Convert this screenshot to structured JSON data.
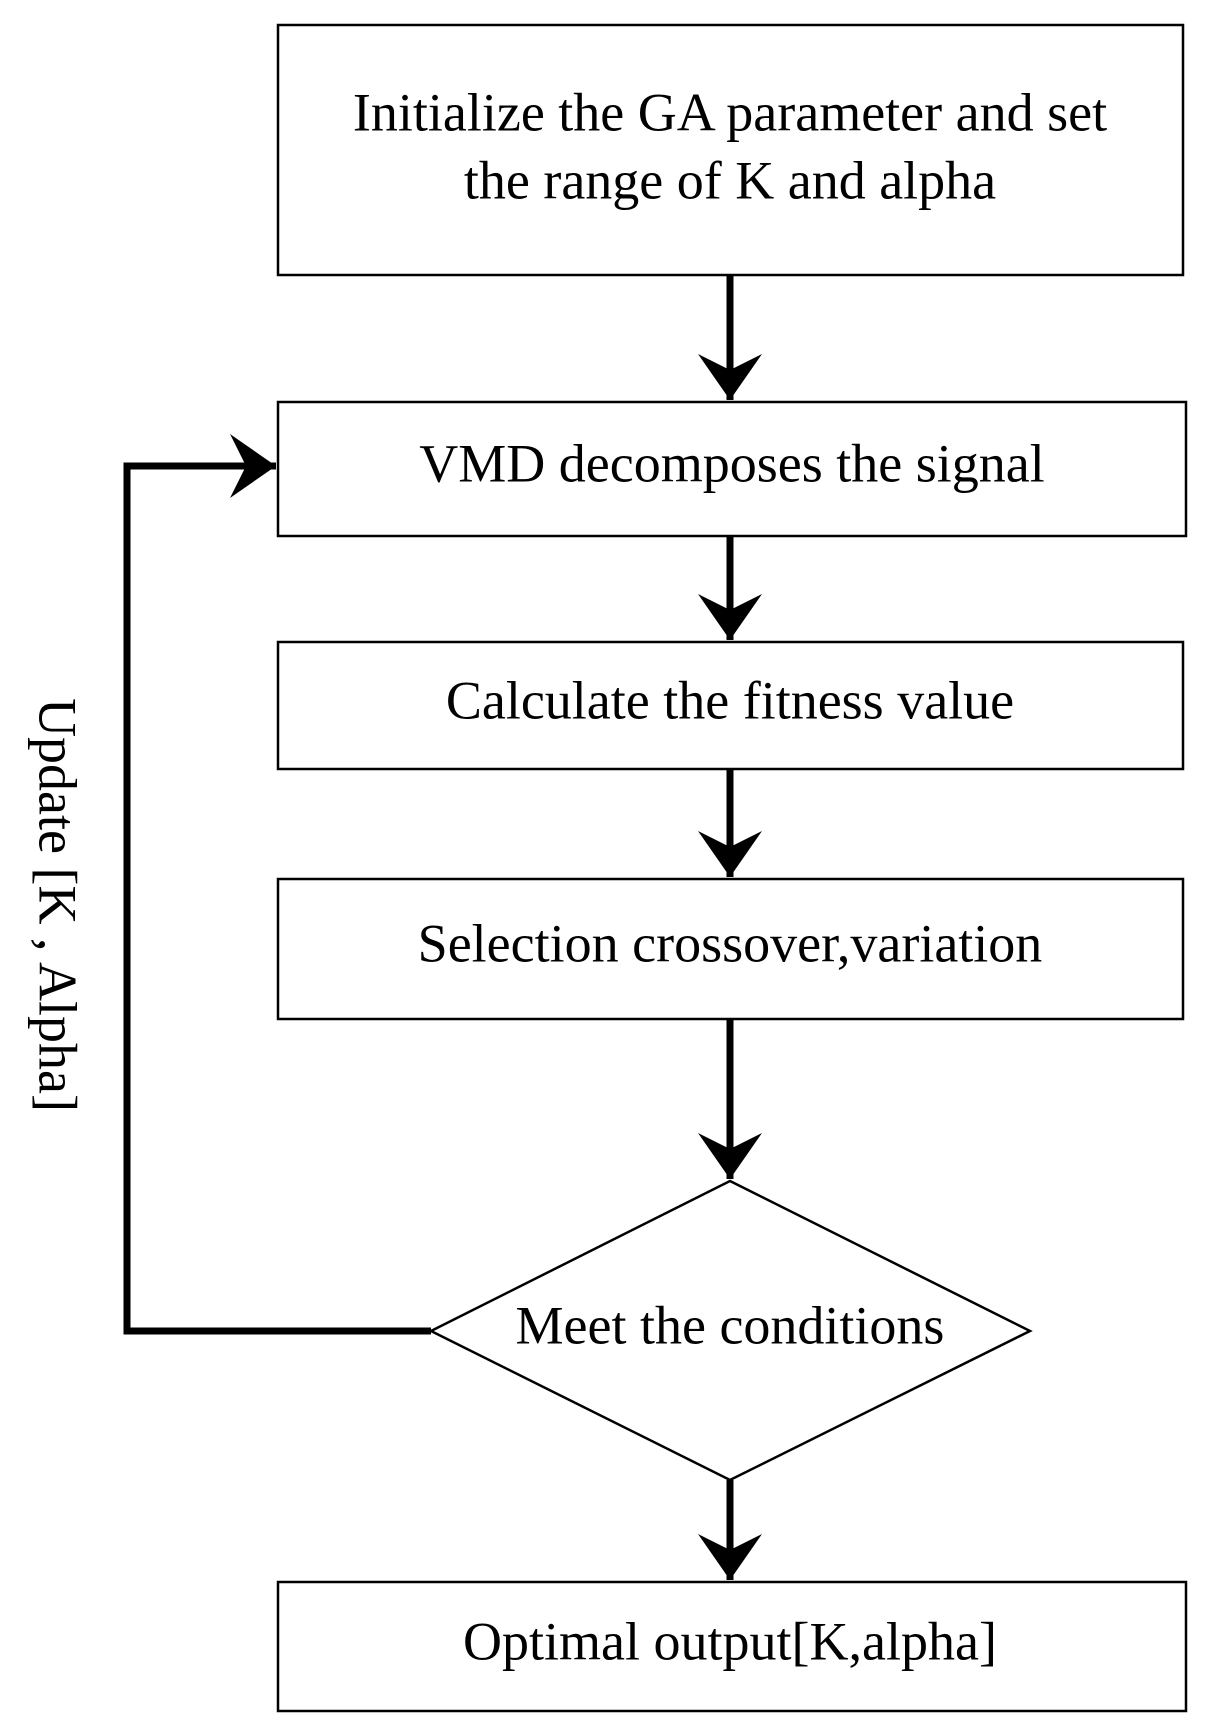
{
  "flowchart": {
    "steps": {
      "initialize": {
        "line1": "Initialize the GA parameter and set",
        "line2": "the range of K and alpha"
      },
      "vmd": "VMD decomposes the signal",
      "fitness": "Calculate the fitness value",
      "selection": "Selection crossover,variation",
      "decision": "Meet the conditions",
      "output": "Optimal output[K,alpha]"
    },
    "loop_label": "Update  [K , Alpha]"
  }
}
